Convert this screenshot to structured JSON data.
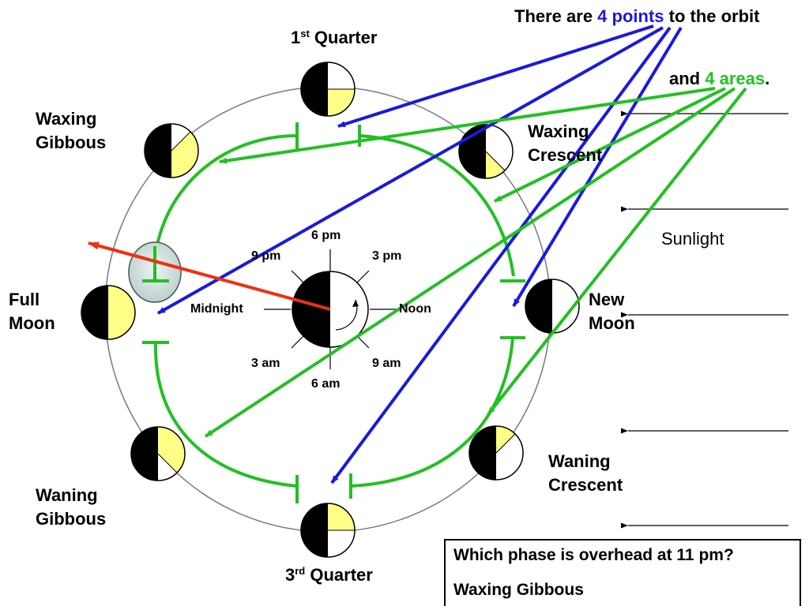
{
  "title": {
    "line1_pre": "There are ",
    "line1_highlight": "4 points",
    "line1_post": " to the orbit",
    "line2_pre": "and ",
    "line2_highlight": "4 areas",
    "line2_post": "."
  },
  "phases": {
    "first_quarter": {
      "main": "1",
      "sup": "st",
      "rest": " Quarter"
    },
    "third_quarter": {
      "main": "3",
      "sup": "rd",
      "rest": " Quarter"
    },
    "waxing_gibbous": [
      "Waxing",
      "Gibbous"
    ],
    "waxing_crescent": [
      "Waxing",
      "Crescent"
    ],
    "full_moon": [
      "Full",
      "Moon"
    ],
    "new_moon": [
      "New",
      "Moon"
    ],
    "waning_gibbous": [
      "Waning",
      "Gibbous"
    ],
    "waning_crescent": [
      "Waning",
      "Crescent"
    ]
  },
  "clock": {
    "six_pm": "6 pm",
    "nine_pm": "9 pm",
    "three_pm": "3 pm",
    "midnight": "Midnight",
    "noon": "Noon",
    "three_am": "3 am",
    "nine_am": "9 am",
    "six_am": "6 am"
  },
  "sunlight": "Sunlight",
  "question": {
    "text": "Which phase is overhead at 11 pm?",
    "answer": "Waxing Gibbous"
  },
  "colors": {
    "points": "#1a1adc",
    "areas": "#22c022",
    "observer_arrow": "#f03010",
    "moon_lit": "#ffff88",
    "moon_dark": "#000000"
  }
}
